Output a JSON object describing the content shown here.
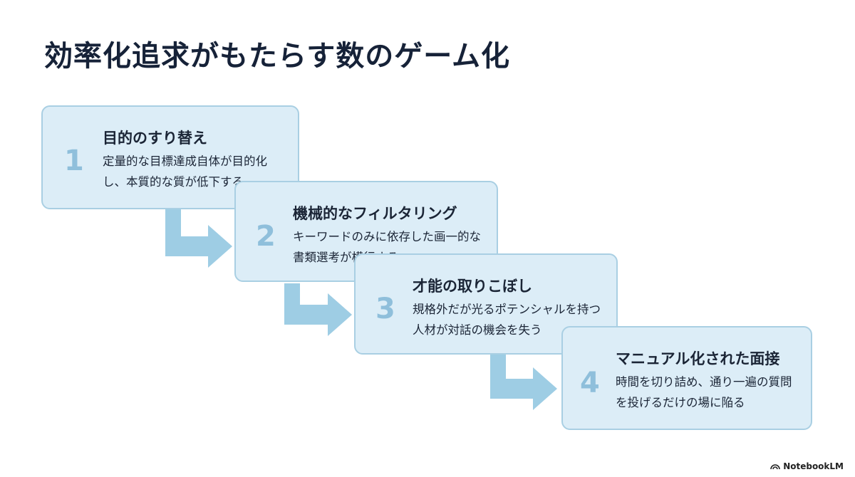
{
  "title": "効率化追求がもたらす数のゲーム化",
  "steps": [
    {
      "number": "1",
      "title": "目的のすり替え",
      "desc": "定量的な目標達成自体が目的化し、本質的な質が低下する"
    },
    {
      "number": "2",
      "title": "機械的なフィルタリング",
      "desc": "キーワードのみに依存した画一的な書類選考が横行する"
    },
    {
      "number": "3",
      "title": "才能の取りこぼし",
      "desc": "規格外だが光るポテンシャルを持つ人材が対話の機会を失う"
    },
    {
      "number": "4",
      "title": "マニュアル化された面接",
      "desc": "時間を切り詰め、通り一遍の質問を投げるだけの場に陥る"
    }
  ],
  "brand": "NotebookLM",
  "colors": {
    "card_bg": "#dcedf7",
    "card_border": "#a9cfe3",
    "number": "#8fbfdb",
    "arrow": "#9ecde4",
    "title": "#162238"
  }
}
